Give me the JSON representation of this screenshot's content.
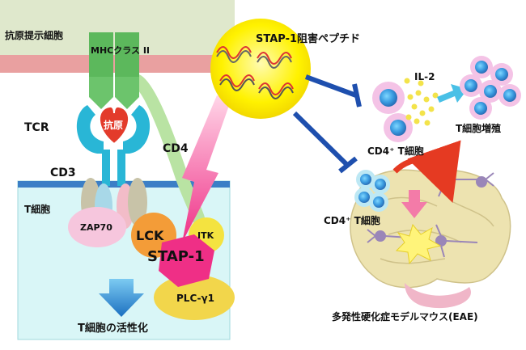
{
  "labels": {
    "apc": "抗原提示細胞",
    "mhc": "MHCクラス II",
    "tcr": "TCR",
    "antigen": "抗原",
    "cd4_molecule": "CD4",
    "cd3": "CD3",
    "tcell": "T細胞",
    "zap70": "ZAP70",
    "lck": "LCK",
    "itk": "ITK",
    "stap1": "STAP-1",
    "plc": "PLC-γ1",
    "activation": "T細胞の活性化",
    "peptide": "STAP-1阻害ペプチド",
    "il2": "IL-2",
    "cd4_tcell_top": "CD4⁺ T細胞",
    "proliferation": "T細胞増殖",
    "cd4_tcell_brain": "CD4⁺ T細胞",
    "eae": "多発性硬化症モデルマウス(EAE)"
  },
  "colors": {
    "apc_band": "#dfe8cc",
    "membrane_red": "#e9a0a0",
    "mhc_green": "#5cb85c",
    "tcr_cyan": "#29b6d6",
    "antigen_red": "#e33b2b",
    "tcell_area": "#d9f6f7",
    "membrane_blue": "#3b7fc6",
    "lck_orange": "#f39c38",
    "stap1_pink": "#ef2f86",
    "itk_yellow": "#f4e340",
    "plc_yellow": "#f2d64b",
    "zap70_pink": "#f6c6dd",
    "peptide_yellow": "#fff200",
    "inhibit_blue": "#1e4fae",
    "brain": "#ede3b0"
  }
}
